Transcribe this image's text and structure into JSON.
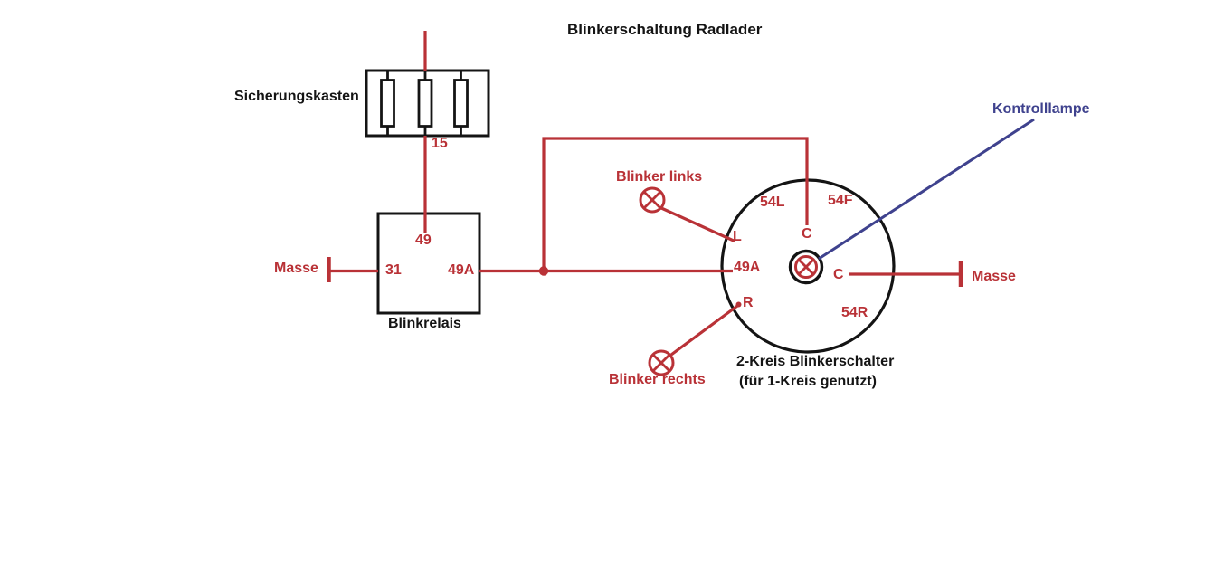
{
  "colors": {
    "wire_red": "#b93237",
    "control_blue": "#3f428e",
    "ink_black": "#141414",
    "background": "#ffffff"
  },
  "title": "Blinkerschaltung Radlader",
  "fuse_box": {
    "label": "Sicherungskasten",
    "output_terminal": "15"
  },
  "relay": {
    "label": "Blinkrelais",
    "terminal_top": "49",
    "terminal_left": "31",
    "terminal_right": "49A",
    "ground_label": "Masse"
  },
  "switch": {
    "label_line1": "2-Kreis Blinkerschalter",
    "label_line2": "(für 1-Kreis genutzt)",
    "terminal_feed": "49A",
    "terminal_l": "L",
    "terminal_r": "R",
    "terminal_c_top": "C",
    "terminal_c_right": "C",
    "contact_54l": "54L",
    "contact_54f": "54F",
    "contact_54r": "54R",
    "ground_label": "Masse"
  },
  "lamps": {
    "left_label": "Blinker links",
    "right_label": "Blinker rechts",
    "control_label": "Kontrolllampe"
  },
  "icons": {
    "lamp": "circle-with-x",
    "junction": "filled-dot",
    "ground": "terminal-bar",
    "fuse": "rect-in-line"
  }
}
